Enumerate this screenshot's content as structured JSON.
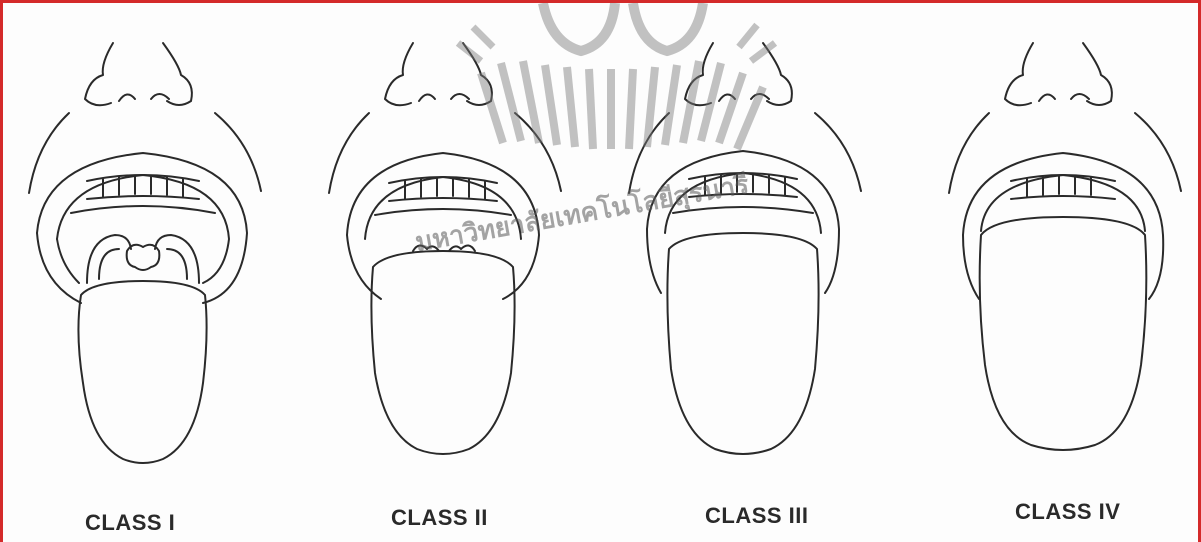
{
  "figure": {
    "panels": [
      {
        "label": "CLASS I"
      },
      {
        "label": "CLASS II"
      },
      {
        "label": "CLASS III"
      },
      {
        "label": "CLASS IV"
      }
    ]
  },
  "watermark": {
    "text": "มหาวิทยาลัยเทคโนโลยีสุรนารี",
    "color": "#7a7a7a"
  },
  "colors": {
    "border": "#d42a2a",
    "ink": "#2a2a2a"
  }
}
